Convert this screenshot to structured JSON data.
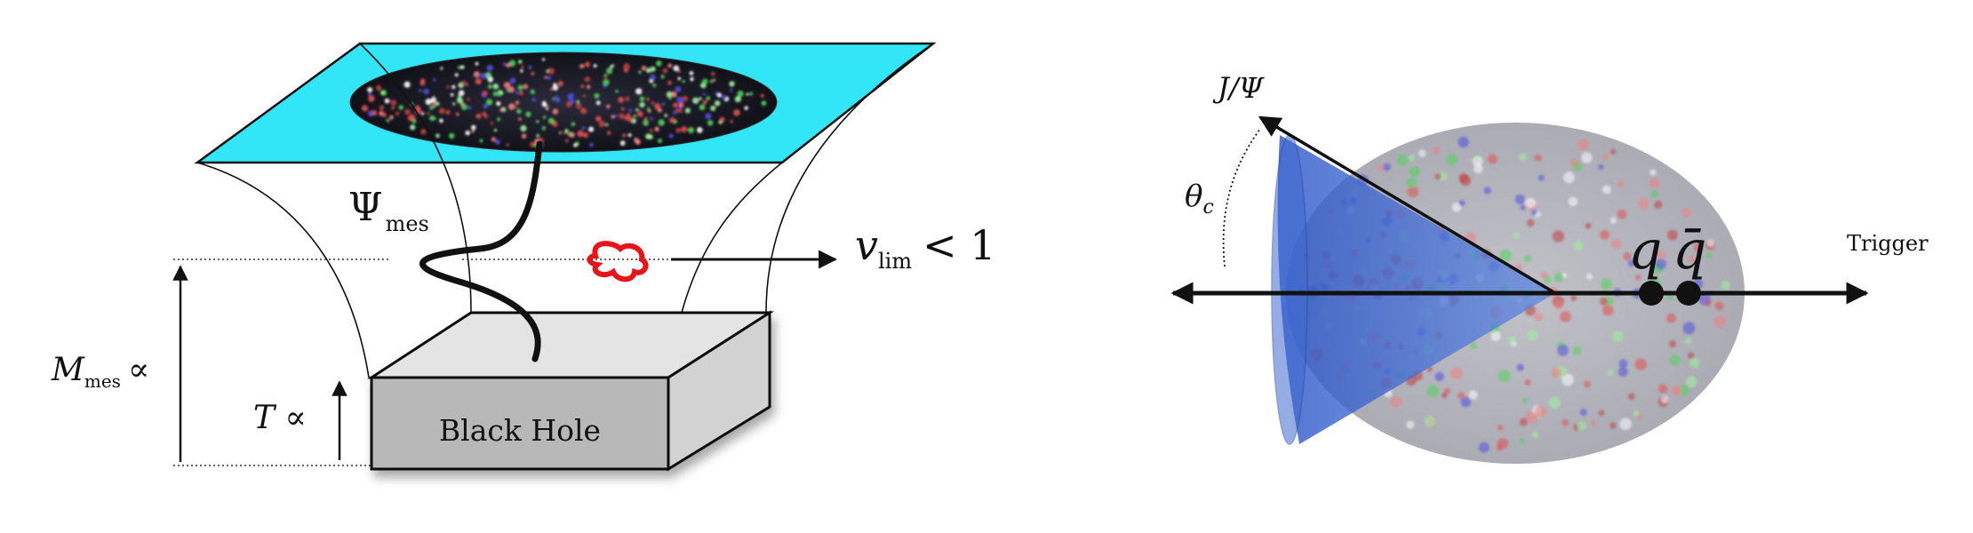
{
  "left_panel": {
    "psi_label": "Ψ",
    "psi_subscript": "mes",
    "velocity_label": "v",
    "velocity_subscript": "lim",
    "velocity_relation": "< 1",
    "mass_label": "M",
    "mass_subscript": "mes",
    "mass_relation": "∝",
    "temperature_label": "T ∝",
    "black_hole_label": "Black Hole"
  },
  "right_panel": {
    "jpsi_label": "J/Ψ",
    "theta_label": "θ",
    "theta_subscript": "c",
    "quark_label": "q",
    "antiquark_label": "q̄",
    "trigger_label": "Trigger"
  },
  "colors": {
    "membrane": "#33e6f7",
    "black_hole_box": "#b8b8b8",
    "red_blob": "#e8141a",
    "cone": "#3d6fd6",
    "fireball": "#8e8e9a"
  }
}
